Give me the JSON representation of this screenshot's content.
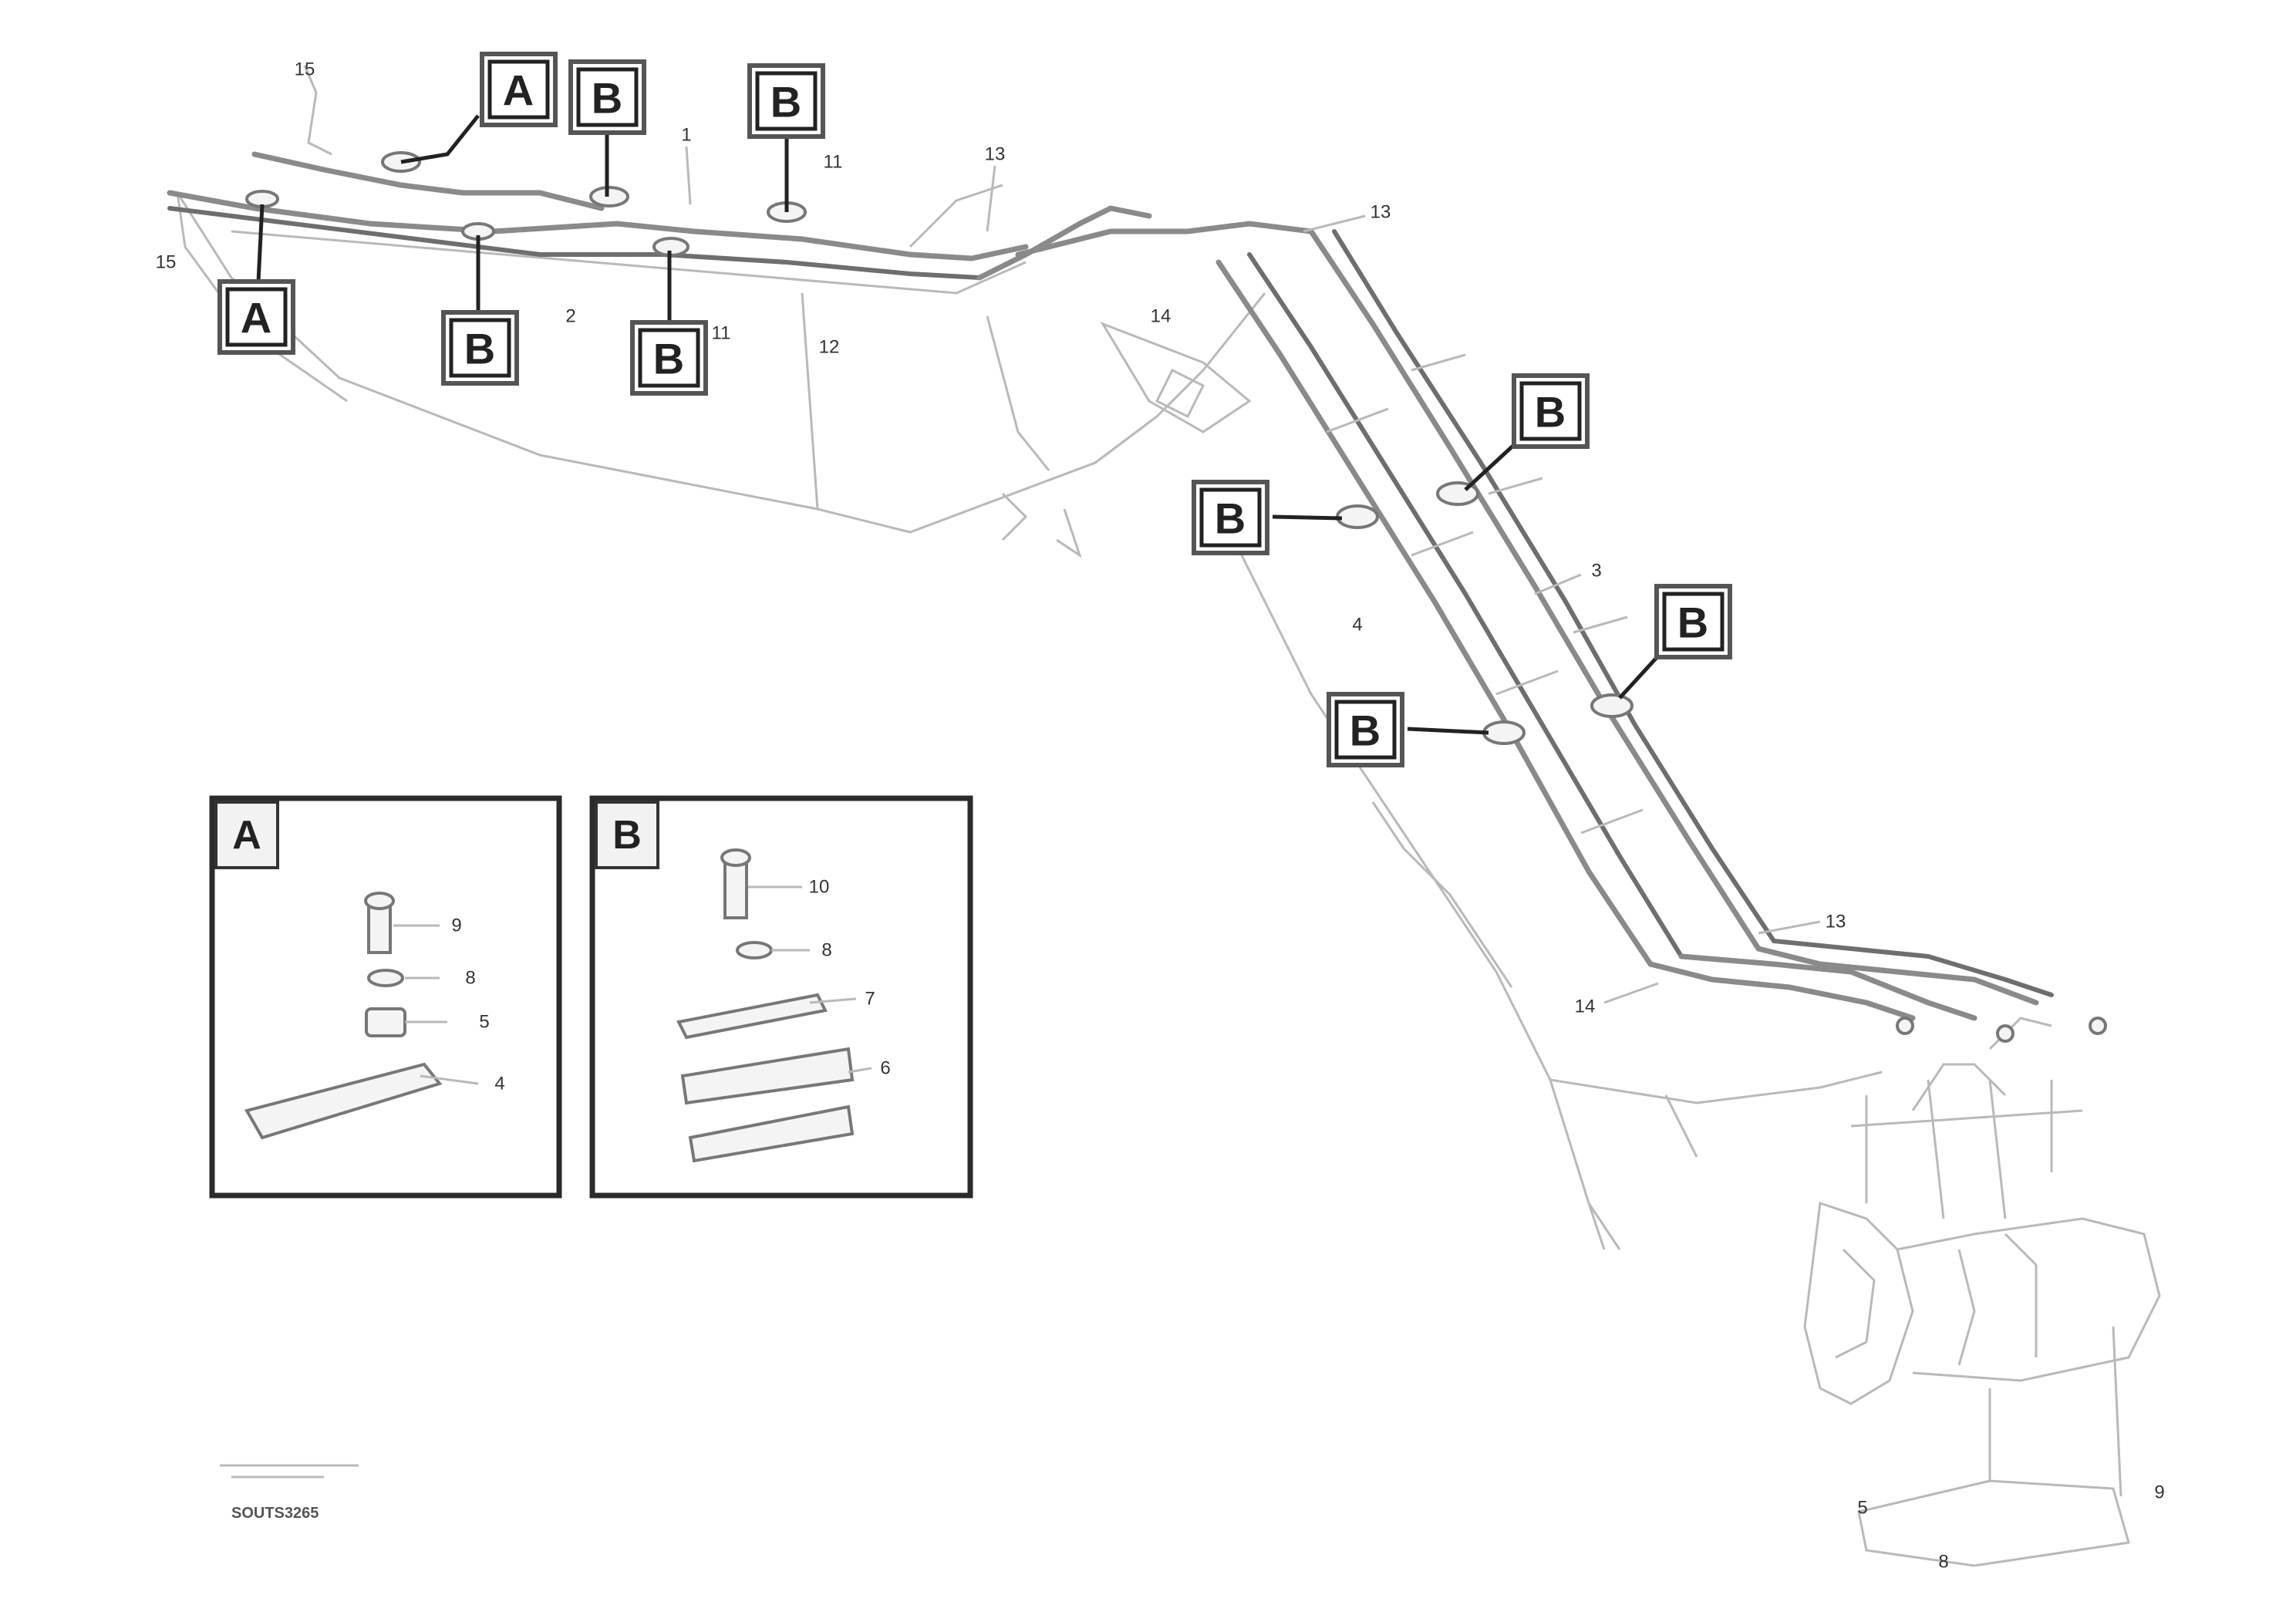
{
  "diagram": {
    "callouts": [
      "A",
      "B",
      "B",
      "A",
      "B",
      "B",
      "B",
      "B",
      "B",
      "B"
    ],
    "item_numbers": {
      "n1": "1",
      "n2": "2",
      "n3": "3",
      "n4": "4",
      "n5": "5",
      "n6": "6",
      "n7": "7",
      "n8": "8",
      "n9": "9",
      "n10": "10",
      "n11": "11",
      "n12": "12",
      "n13": "13",
      "n14": "14",
      "n15": "15"
    },
    "detail_A": {
      "tag": "A",
      "labels": [
        "9",
        "8",
        "5",
        "4"
      ]
    },
    "detail_B": {
      "tag": "B",
      "labels": [
        "10",
        "8",
        "7",
        "6"
      ]
    },
    "footer": {
      "code": "SOUTS3265"
    }
  }
}
